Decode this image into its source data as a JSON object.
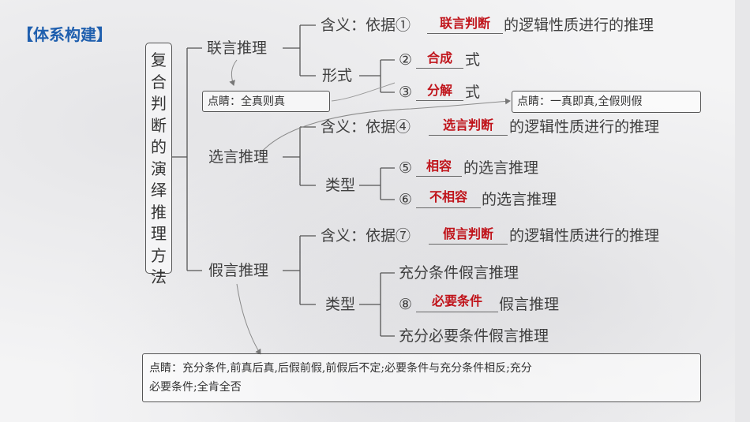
{
  "title": "【体系构建】",
  "root": "复合判断的演绎推理方法",
  "branches": {
    "conj": {
      "label": "联言推理",
      "meaning_prefix": "含义：依据①",
      "meaning_answer": "联言判断",
      "meaning_suffix": "的逻辑性质进行的推理",
      "form_label": "形式",
      "form_items": [
        {
          "num": "②",
          "answer": "合成",
          "suffix": "式"
        },
        {
          "num": "③",
          "answer": "分解",
          "suffix": "式"
        }
      ],
      "tip": "点睛：全真则真"
    },
    "disj": {
      "label": "选言推理",
      "meaning_prefix": "含义：依据④",
      "meaning_answer": "选言判断",
      "meaning_suffix": "的逻辑性质进行的推理",
      "type_label": "类型",
      "type_items": [
        {
          "num": "⑤",
          "answer": "相容",
          "suffix": "的选言推理"
        },
        {
          "num": "⑥",
          "answer": "不相容",
          "suffix": "的选言推理"
        }
      ],
      "tip": "点睛：一真即真,全假则假"
    },
    "hyp": {
      "label": "假言推理",
      "meaning_prefix": "含义：依据⑦",
      "meaning_answer": "假言判断",
      "meaning_suffix": "的逻辑性质进行的推理",
      "type_label": "类型",
      "item_1": "充分条件假言推理",
      "item_2_num": "⑧",
      "item_2_answer": "必要条件",
      "item_2_suffix": "假言推理",
      "item_3": "充分必要条件假言推理",
      "tip_line1": "点睛：充分条件,前真后真,后假前假,前假后不定;必要条件与充分条件相反;充分",
      "tip_line2": "必要条件;全肯全否"
    }
  }
}
